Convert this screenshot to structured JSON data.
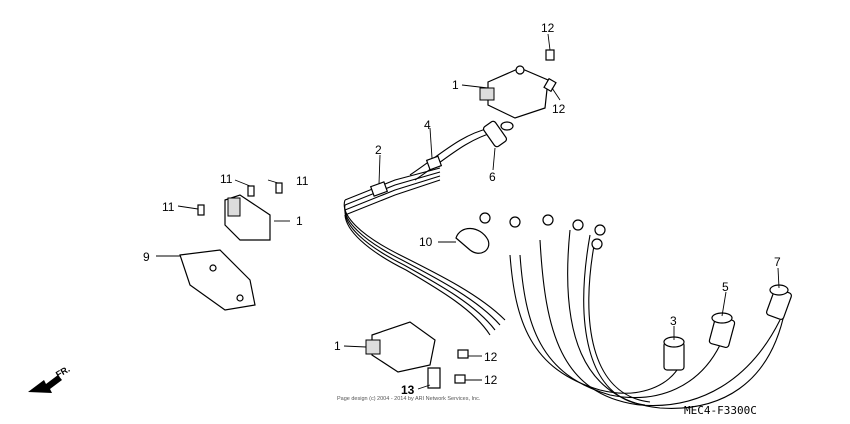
{
  "diagram": {
    "callouts": [
      "12",
      "1",
      "12",
      "4",
      "2",
      "6",
      "11",
      "11",
      "11",
      "1",
      "10",
      "9",
      "7",
      "5",
      "3",
      "1",
      "12",
      "13",
      "12"
    ],
    "footer_code": "MEC4-F3300C",
    "copyright": "Page design (c) 2004 - 2014 by ARI Network Services, Inc.",
    "direction_label": "FR."
  }
}
